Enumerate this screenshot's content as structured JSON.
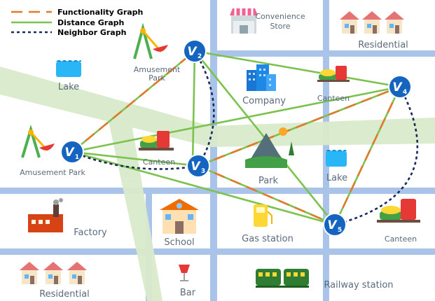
{
  "legend": {
    "functionality": "Functionality Graph",
    "distance": "Distance Graph",
    "neighbor": "Neighbor Graph"
  },
  "nodes": {
    "v1": {
      "letter": "V",
      "sub": "1"
    },
    "v2": {
      "letter": "V",
      "sub": "2"
    },
    "v3": {
      "letter": "V",
      "sub": "3"
    },
    "v4": {
      "letter": "V",
      "sub": "4"
    },
    "v5": {
      "letter": "V",
      "sub": "5"
    }
  },
  "places": {
    "convenience_store_line1": "Convenience",
    "convenience_store_line2": "Store",
    "residential_top": "Residential",
    "amusement_park_top_line1": "Amusement",
    "amusement_park_top_line2": "Park",
    "lake_left": "Lake",
    "company": "Company",
    "canteen_right": "Canteen",
    "amusement_park_left": "Amusement Park",
    "canteen_middle": "Canteen",
    "park": "Park",
    "lake_right": "Lake",
    "factory": "Factory",
    "school": "School",
    "gas_station": "Gas station",
    "canteen_bottom": "Canteen",
    "residential_bottom": "Residential",
    "bar": "Bar",
    "railway_station": "Railway station"
  },
  "colors": {
    "functionality": "#e07a2a",
    "distance": "#7cc24e",
    "neighbor": "#1a2a5c",
    "road": "#a9c4e8",
    "river": "#d6e8c4",
    "node_fill": "#1565c0"
  }
}
